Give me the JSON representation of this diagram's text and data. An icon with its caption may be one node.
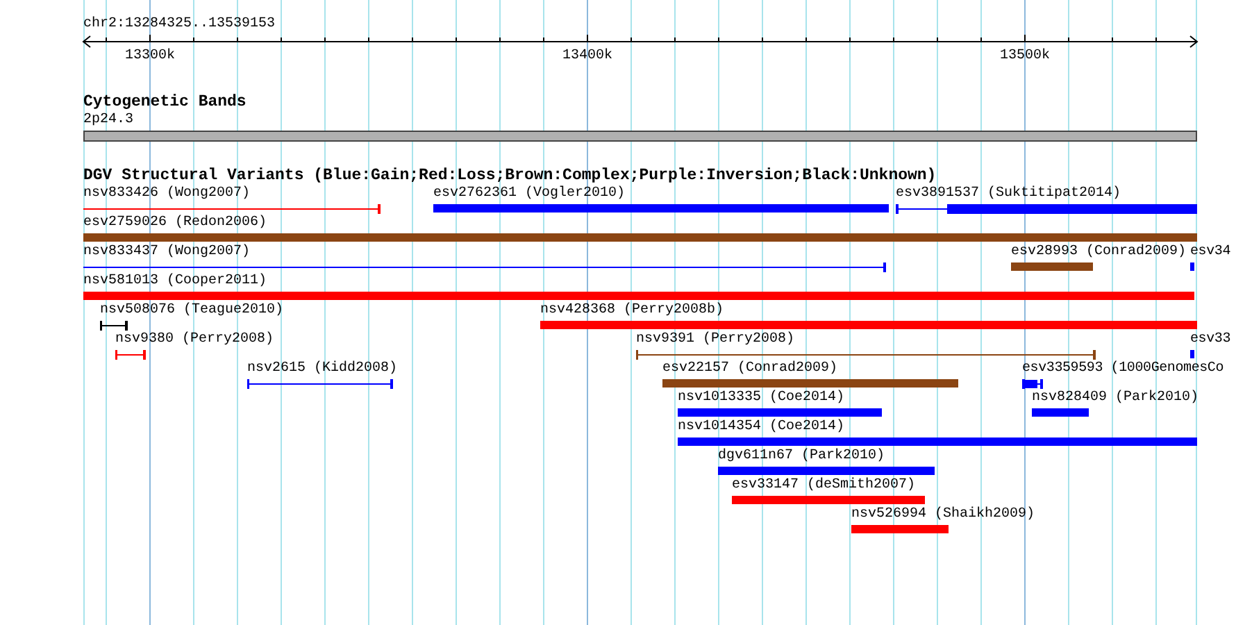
{
  "diagram": {
    "nodes": [
      {
        "text": [
          "2p24.3"
        ]
      },
      {
        "text": [
          "nsv833426 (Wong2007)"
        ]
      },
      {
        "text": [
          "esv2762361 (Vogler2010)"
        ]
      },
      {
        "text": [
          "esv3891537 (Suktitipat2014)"
        ]
      },
      {
        "text": [
          "esv2759026 (Redon2006)"
        ]
      },
      {
        "text": [
          "nsv833437 (Wong2007)"
        ]
      },
      {
        "text": [
          "esv28993 (Conrad2009)"
        ]
      },
      {
        "text": [
          "esv34"
        ]
      },
      {
        "text": [
          "nsv581013 (Cooper2011)"
        ]
      },
      {
        "text": [
          "nsv508076 (Teague2010)"
        ]
      },
      {
        "text": [
          "nsv428368 (Perry2008b)"
        ]
      },
      {
        "text": [
          "nsv9380 (Perry2008)"
        ]
      },
      {
        "text": [
          "nsv9391 (Perry2008)"
        ]
      },
      {
        "text": [
          "esv33"
        ]
      },
      {
        "text": [
          "nsv2615 (Kidd2008)"
        ]
      },
      {
        "text": [
          "esv22157 (Conrad2009)"
        ]
      },
      {
        "text": [
          "esv3359593 (1000GenomesCo"
        ]
      },
      {
        "text": [
          "nsv1013335 (Coe2014)"
        ]
      },
      {
        "text": [
          "nsv828409 (Park2010)"
        ]
      },
      {
        "text": [
          "nsv1014354 (Coe2014)"
        ]
      },
      {
        "text": [
          "dgv611n67 (Park2010)"
        ]
      },
      {
        "text": [
          "esv33147 (deSmith2007)"
        ]
      },
      {
        "text": [
          "nsv526994 (Shaikh2009)"
        ]
      }
    ],
    "labels": [
      "chr2:13284325..13539153",
      "13300k",
      "13400k",
      "13500k",
      "Cytogenetic Bands",
      "DGV Structural Variants (Blue:Gain;Red:Loss;Brown:Complex;Purple:Inversion;Black:Unknown)"
    ]
  }
}
